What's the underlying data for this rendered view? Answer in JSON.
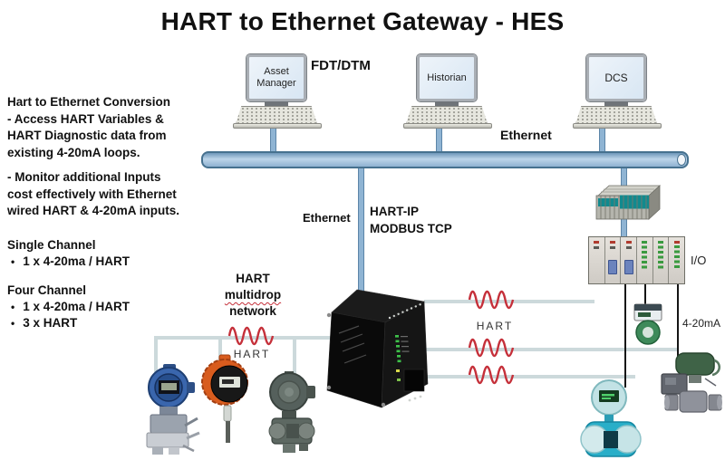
{
  "title": "HART to Ethernet Gateway - HES",
  "left_panel": {
    "heading": "Hart to Ethernet Conversion",
    "para1": "- Access HART Variables &\nHART Diagnostic data from\nexisting 4-20mA loops.",
    "para2": "- Monitor additional Inputs\ncost effectively with Ethernet\nwired HART  & 4-20mA inputs.",
    "bullet": "•",
    "single_channel": {
      "heading": "Single Channel",
      "items": [
        "1 x 4-20ma / HART"
      ]
    },
    "four_channel": {
      "heading": "Four Channel",
      "items": [
        "1 x 4-20ma / HART",
        "3 x HART"
      ]
    }
  },
  "computers": [
    {
      "label": "Asset Manager"
    },
    {
      "label": "Historian"
    },
    {
      "label": "DCS"
    }
  ],
  "network": {
    "fdt_dtm": "FDT/DTM",
    "ethernet_top": "Ethernet",
    "ethernet_mid": "Ethernet",
    "protocols": "HART-IP\nMODBUS TCP",
    "multidrop_word1": "HART",
    "multidrop_word2": "multidrop",
    "multidrop_word3": "network",
    "hart_label_left": "HART",
    "hart_label_right": "HART",
    "io_label": "I/O",
    "current_label": "4-20mA"
  },
  "colors": {
    "bus_fill": "#a8c6e2",
    "bus_border": "#46718f",
    "stem_blue": "#8fb4d3",
    "hart_line_gray": "#ccd9db",
    "hart_wave_red": "#c5303a",
    "gateway_black": "#0a0a0a",
    "led_green": "#3ec14a",
    "controller_teal": "#118a8e",
    "io_led_green": "#3a9a3f",
    "io_led_red": "#b03a2e",
    "transmitter_blue": "#3a66ad",
    "transmitter_orange": "#d85c1e",
    "transmitter_gray": "#55605c",
    "flowmeter_teal": "#29aec8",
    "valve_green": "#3f6347"
  }
}
